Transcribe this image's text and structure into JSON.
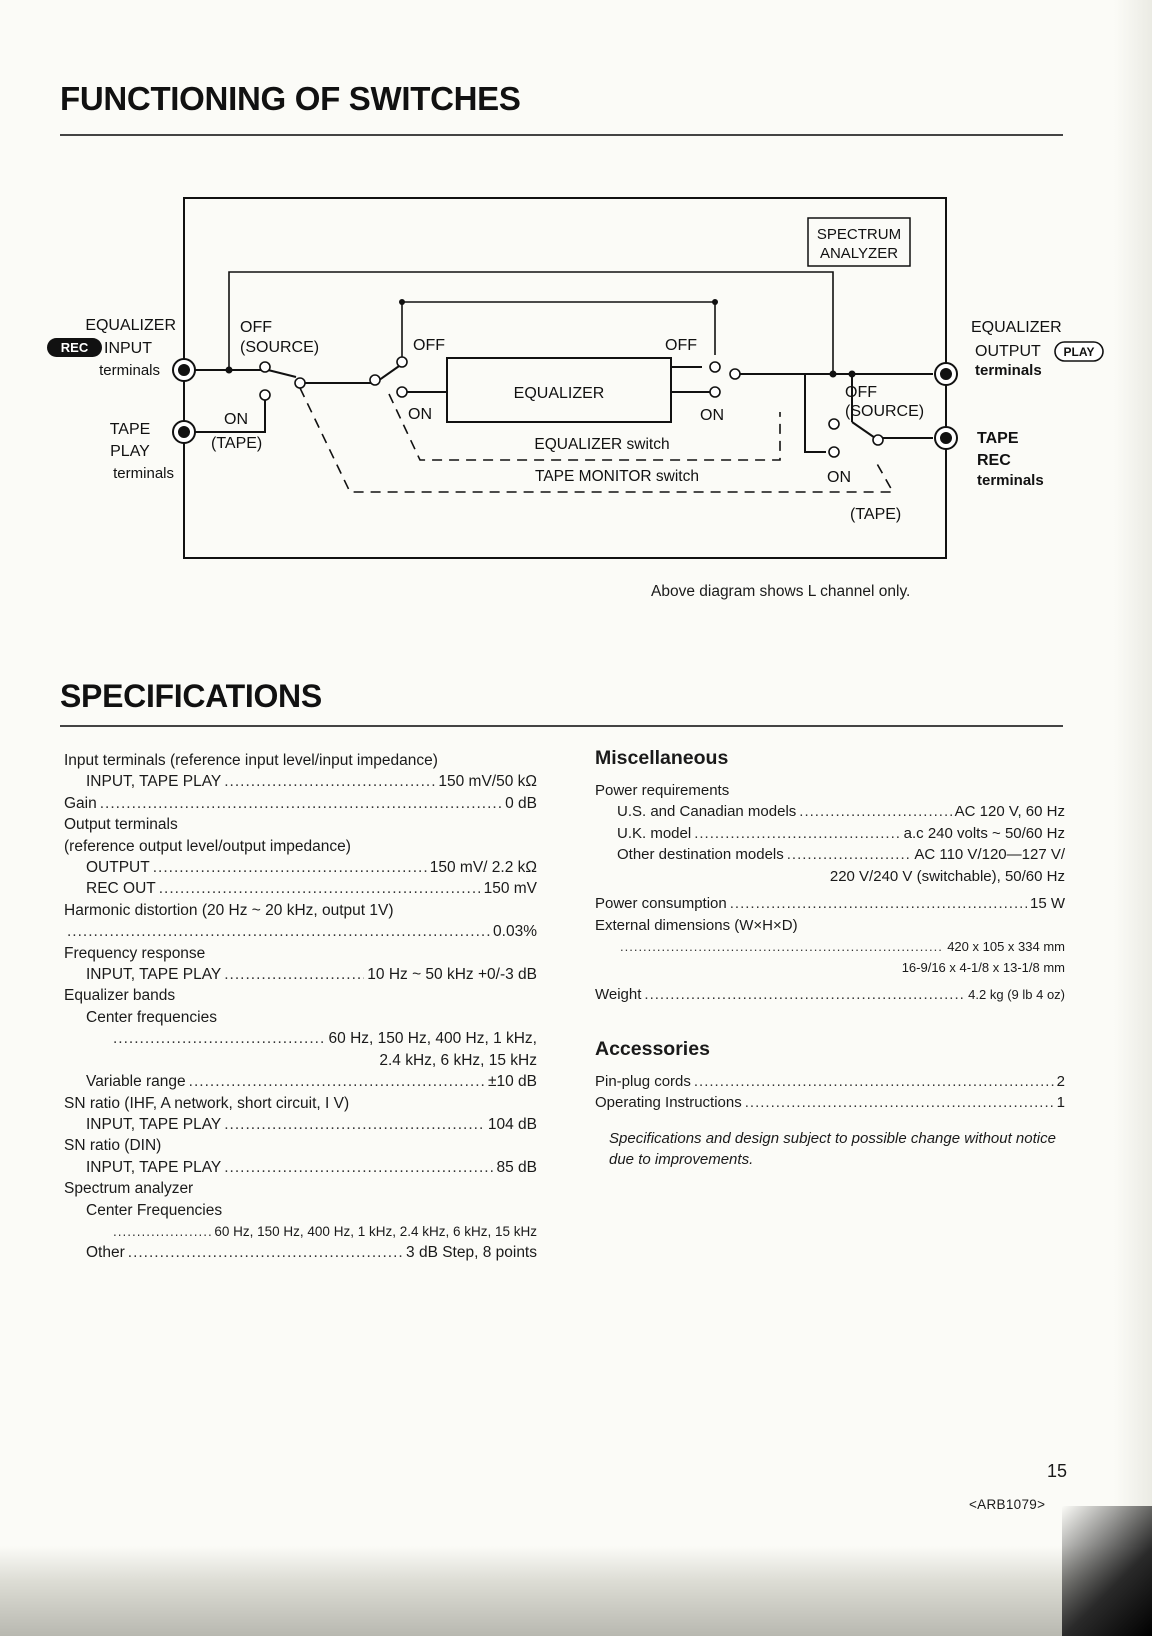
{
  "functioning": {
    "title": "FUNCTIONING OF SWITCHES",
    "diagram": {
      "spectrum_analyzer": [
        "SPECTRUM",
        "ANALYZER"
      ],
      "eq_input": [
        "EQUALIZER",
        "INPUT",
        "terminals"
      ],
      "rec_badge": "REC",
      "tape_play": [
        "TAPE",
        "PLAY",
        "terminals"
      ],
      "eq_output": [
        "EQUALIZER",
        "OUTPUT",
        "terminals"
      ],
      "play_badge": "PLAY",
      "tape_rec": [
        "TAPE",
        "REC",
        "terminals"
      ],
      "off": "OFF",
      "source": "(SOURCE)",
      "on": "ON",
      "tape": "(TAPE)",
      "equalizer_block": "EQUALIZER",
      "equalizer_switch": "EQUALIZER switch",
      "tape_monitor_switch": "TAPE MONITOR switch"
    },
    "caption": "Above diagram shows L channel only."
  },
  "specifications": {
    "title": "SPECIFICATIONS",
    "left": {
      "input_terminals": "Input terminals (reference input level/input impedance)",
      "input_tape_play": "INPUT, TAPE PLAY",
      "input_value": "150 mV/50 kΩ",
      "gain": "Gain",
      "gain_value": "0 dB",
      "output_terminals": "Output terminals",
      "output_ref": "(reference output level/output impedance)",
      "output": "OUTPUT",
      "output_value": "150 mV/ 2.2 kΩ",
      "rec_out": "REC OUT",
      "rec_out_value": "150 mV",
      "harmonic": "Harmonic distortion (20 Hz ~ 20 kHz, output 1V)",
      "harmonic_value": "0.03%",
      "freq_response": "Frequency response",
      "freq_label": "INPUT, TAPE PLAY",
      "freq_value": "10 Hz ~ 50 kHz +0/-3 dB",
      "eq_bands": "Equalizer bands",
      "center_freqs": "Center frequencies",
      "center_values_1": "60 Hz, 150 Hz, 400 Hz, 1 kHz,",
      "center_values_2": "2.4 kHz, 6 kHz, 15 kHz",
      "variable_range": "Variable range",
      "variable_value": "±10 dB",
      "sn_ihf": "SN ratio (IHF, A network, short circuit, I V)",
      "sn_ihf_label": "INPUT, TAPE PLAY",
      "sn_ihf_value": "104 dB",
      "sn_din": "SN ratio (DIN)",
      "sn_din_label": "INPUT, TAPE PLAY",
      "sn_din_value": "85 dB",
      "spectrum": "Spectrum analyzer",
      "spectrum_center": "Center Frequencies",
      "spectrum_center_value": "60 Hz, 150 Hz, 400 Hz, 1 kHz, 2.4 kHz, 6 kHz, 15 kHz",
      "other": "Other",
      "other_value": "3 dB Step, 8 points"
    },
    "misc": {
      "heading": "Miscellaneous",
      "power_req": "Power requirements",
      "us": "U.S. and Canadian models",
      "us_value": "AC 120 V, 60 Hz",
      "uk": "U.K. model",
      "uk_value": "a.c 240 volts ~ 50/60 Hz",
      "other_dest": "Other destination models",
      "other_dest_value_1": "AC 110 V/120—127 V/",
      "other_dest_value_2": "220 V/240 V (switchable), 50/60 Hz",
      "power_consumption": "Power consumption",
      "power_consumption_value": "15 W",
      "ext_dim": "External dimensions (W×H×D)",
      "ext_dim_value_1": "420 x 105 x 334 mm",
      "ext_dim_value_2": "16-9/16 x 4-1/8 x 13-1/8 mm",
      "weight": "Weight",
      "weight_value": "4.2 kg (9 lb 4 oz)"
    },
    "accessories": {
      "heading": "Accessories",
      "pin_plug": "Pin-plug cords",
      "pin_plug_value": "2",
      "operating": "Operating Instructions",
      "operating_value": "1"
    },
    "note": "Specifications and design subject to possible change without notice due to improvements."
  },
  "footer": {
    "page_number": "15",
    "doc_code": "<ARB1079>"
  }
}
